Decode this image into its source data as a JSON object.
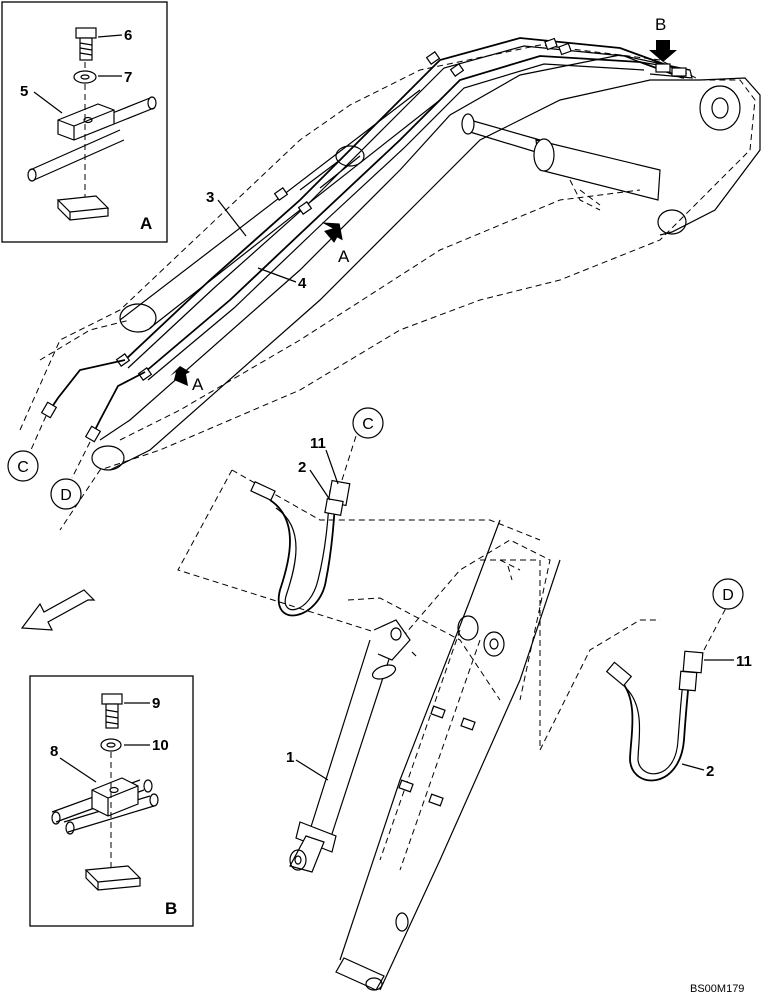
{
  "callouts": {
    "n1": "1",
    "n2a": "2",
    "n2b": "2",
    "n3": "3",
    "n4": "4",
    "n5": "5",
    "n6": "6",
    "n7": "7",
    "n8": "8",
    "n9": "9",
    "n10": "10",
    "n11a": "11",
    "n11b": "11"
  },
  "views": {
    "inset_a_label": "A",
    "inset_b_label": "B",
    "arrow_b_label": "B",
    "arrow_a1_label": "A",
    "arrow_a2_label": "A"
  },
  "connectors": {
    "c_top": "C",
    "c_left": "C",
    "d_left": "D",
    "d_right": "D"
  },
  "drawing_code": "BS00M179"
}
